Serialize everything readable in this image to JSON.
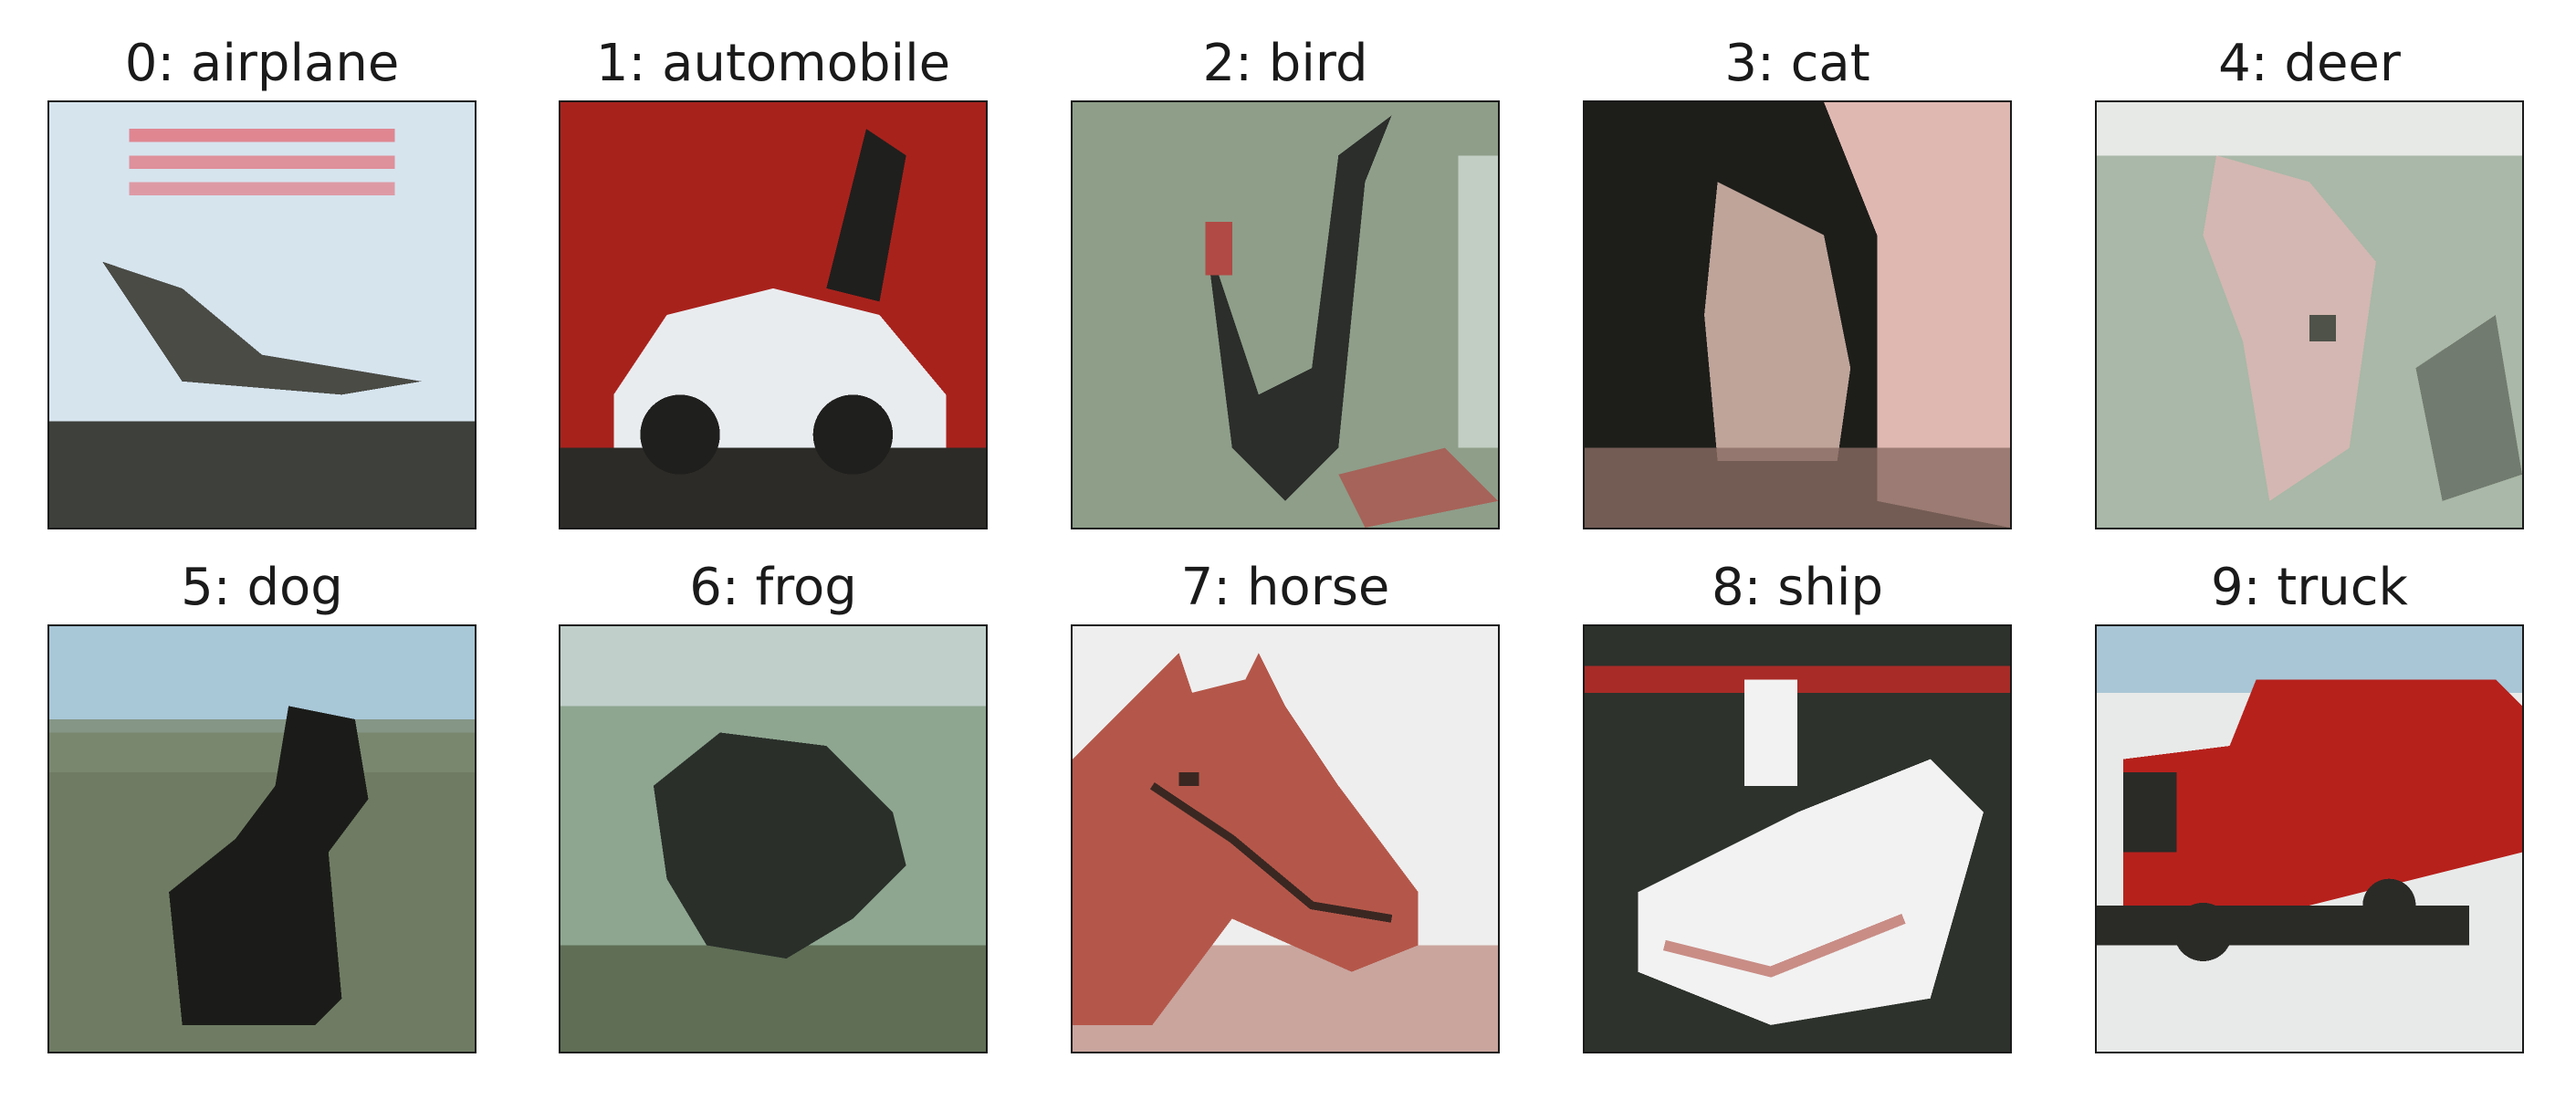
{
  "figure": {
    "panels": [
      {
        "label": "0: airplane",
        "subject": "airplane",
        "colors": {
          "sky": "#d6e4ee",
          "band": "#e07b86",
          "ground": "#3d403b",
          "body": "#4a4b45"
        }
      },
      {
        "label": "1: automobile",
        "subject": "automobile",
        "colors": {
          "bg": "#a8221c",
          "car": "#e9ecef",
          "dark": "#1f1f1d",
          "floor": "#2c2b27"
        }
      },
      {
        "label": "2: bird",
        "subject": "bird",
        "colors": {
          "bg": "#8e9e89",
          "dark": "#2c2e2b",
          "red": "#b14a45",
          "pale": "#cfd9d3"
        }
      },
      {
        "label": "3: cat",
        "subject": "cat",
        "colors": {
          "bg": "#1d1e1a",
          "wall": "#e0b8b2",
          "cat": "#bfa49a",
          "floor": "#8a6c63"
        }
      },
      {
        "label": "4: deer",
        "subject": "deer",
        "colors": {
          "bg": "#a9b8a8",
          "deer": "#d4b7b2",
          "dark": "#4e5249",
          "light": "#e6e9e6"
        }
      },
      {
        "label": "5: dog",
        "subject": "dog",
        "colors": {
          "sky": "#a8c7d7",
          "grass": "#6f7c63",
          "dog": "#1b1c19",
          "trees": "#7c8a72"
        }
      },
      {
        "label": "6: frog",
        "subject": "frog",
        "colors": {
          "bg": "#8ea690",
          "frog": "#2a2f2a",
          "light": "#d5e1e3",
          "grass": "#5f6e55"
        }
      },
      {
        "label": "7: horse",
        "subject": "horse",
        "colors": {
          "bg": "#eeeeee",
          "horse": "#b4574a",
          "dark": "#3a2722",
          "ground": "#c9a59e"
        }
      },
      {
        "label": "8: ship",
        "subject": "ship",
        "colors": {
          "bg": "#2d322c",
          "red": "#a92b27",
          "hull": "#f2f2f2",
          "stripe": "#c98d86"
        }
      },
      {
        "label": "9: truck",
        "subject": "truck",
        "colors": {
          "sky": "#a9c6d6",
          "truck": "#b7211c",
          "ground": "#e8eae9",
          "dark": "#2a2b27"
        }
      }
    ]
  }
}
